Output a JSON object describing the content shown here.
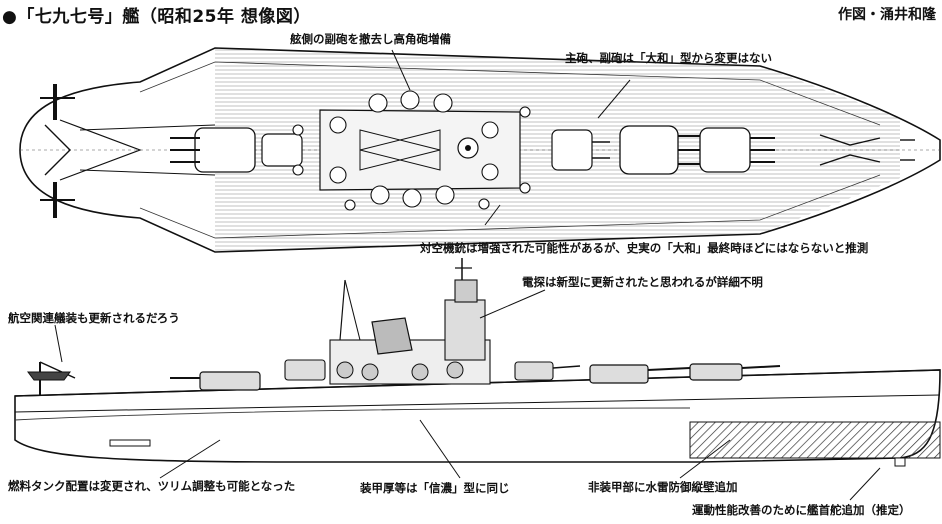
{
  "title": "●「七九七号」艦（昭和25年 想像図）",
  "author": "作図・涌井和隆",
  "annotations": {
    "secondary_guns": "舷側の副砲を撤去し高角砲増備",
    "main_guns": "主砲、副砲は「大和」型から変更はない",
    "aa_guns": "対空機銃は増強された可能性があるが、史実の「大和」最終時ほどにはならないと推測",
    "radar": "電探は新型に更新されたと思われるが詳細不明",
    "aviation": "航空関連艤装も更新されるだろう",
    "fuel_tanks": "燃料タンク配置は変更され、ツリム調整も可能となった",
    "armor": "装甲厚等は「信濃」型に同じ",
    "bulkhead": "非装甲部に水雷防御縦壁追加",
    "bow_rudder": "運動性能改善のために艦首舵追加（推定）"
  }
}
